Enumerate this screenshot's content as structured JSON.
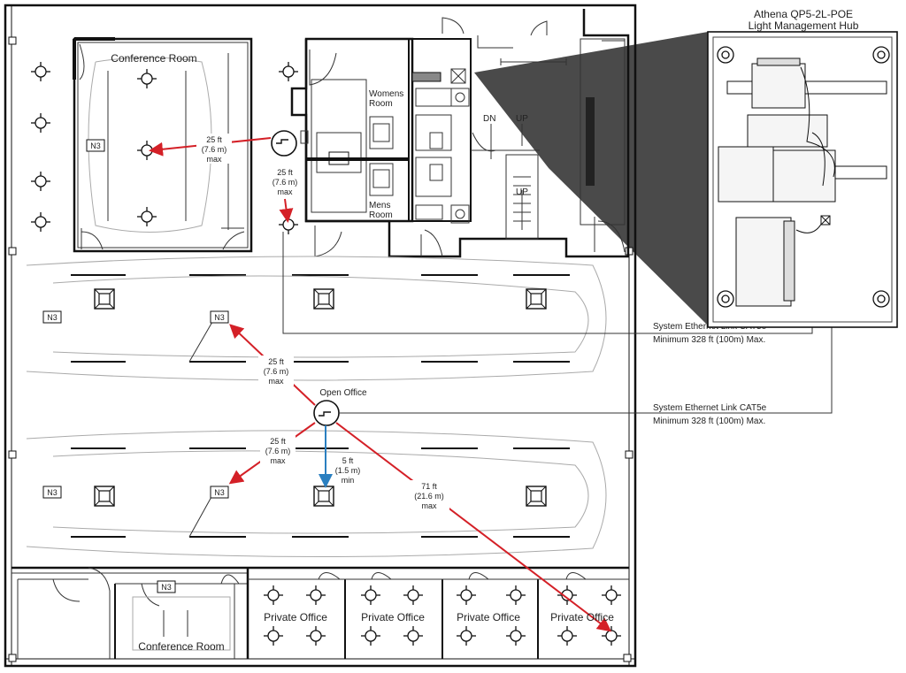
{
  "hub": {
    "title_line1": "Athena QP5-2L-POE",
    "title_line2": "Light Management Hub"
  },
  "links": [
    {
      "line1": "System Ethernet Link CAT5e",
      "line2": "Minimum 328 ft (100m) Max."
    },
    {
      "line1": "System Ethernet Link CAT5e",
      "line2": "Minimum 328 ft (100m) Max."
    }
  ],
  "rooms": {
    "conference_top": "Conference Room",
    "conference_bottom": "Conference Room",
    "womens": [
      "Womens",
      "Room"
    ],
    "mens": [
      "Mens",
      "Room"
    ],
    "open_office": "Open Office",
    "private_offices": [
      "Private Office",
      "Private Office",
      "Private Office",
      "Private Office"
    ],
    "stair_dn": "DN",
    "stair_up1": "UP",
    "stair_up2": "UP"
  },
  "tags": {
    "n3": "N3"
  },
  "distances": {
    "conf_horizontal": [
      "25 ft",
      "(7.6 m)",
      "max"
    ],
    "conf_vertical": [
      "25 ft",
      "(7.6 m)",
      "max"
    ],
    "open_upper": [
      "25 ft",
      "(7.6 m)",
      "max"
    ],
    "open_lower": [
      "25 ft",
      "(7.6 m)",
      "max"
    ],
    "open_min": [
      "5 ft",
      "(1.5 m)",
      "min"
    ],
    "open_long": [
      "71 ft",
      "(21.6 m)",
      "max"
    ]
  },
  "colors": {
    "max_arrow": "#d42027",
    "min_arrow": "#2a7fc0",
    "hub_shade": "#4a4a4a"
  }
}
